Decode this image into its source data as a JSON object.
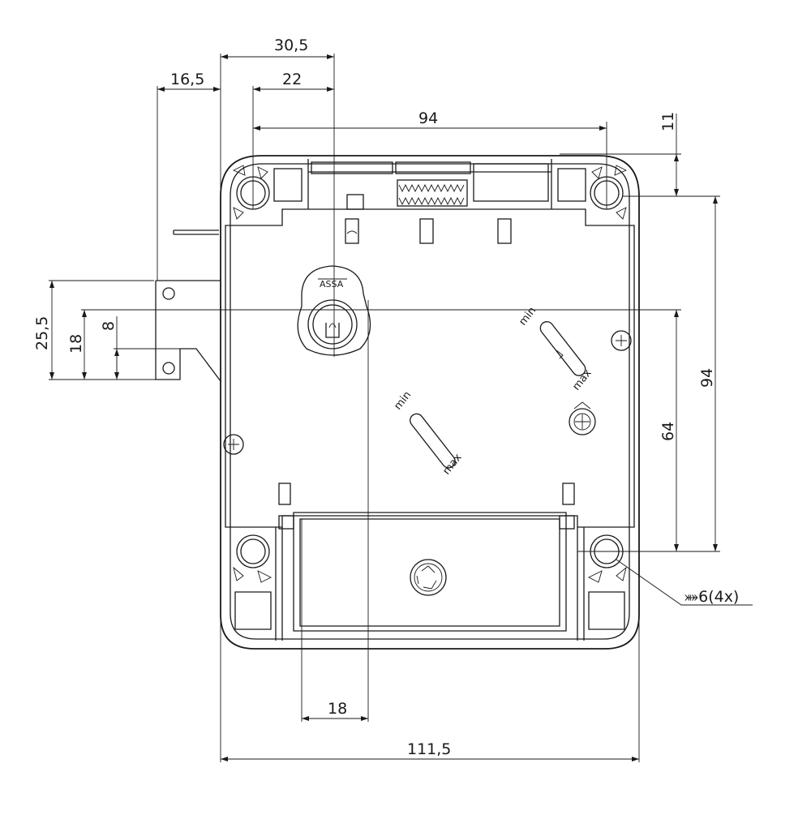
{
  "dimensions": {
    "d_30_5": "30,5",
    "d_22": "22",
    "d_16_5": "16,5",
    "d_94_top": "94",
    "d_11": "11",
    "d_94_right": "94",
    "d_64": "64",
    "d_25_5": "25,5",
    "d_18_left": "18",
    "d_8": "8",
    "d_18_bottom": "18",
    "d_111_5": "111,5",
    "hole_callout": "⤘6(4x)"
  },
  "markings": {
    "slot_left_min": "min",
    "slot_left_max": "max",
    "slot_right_min": "min",
    "slot_right_max": "max",
    "brand": "ASSA"
  }
}
